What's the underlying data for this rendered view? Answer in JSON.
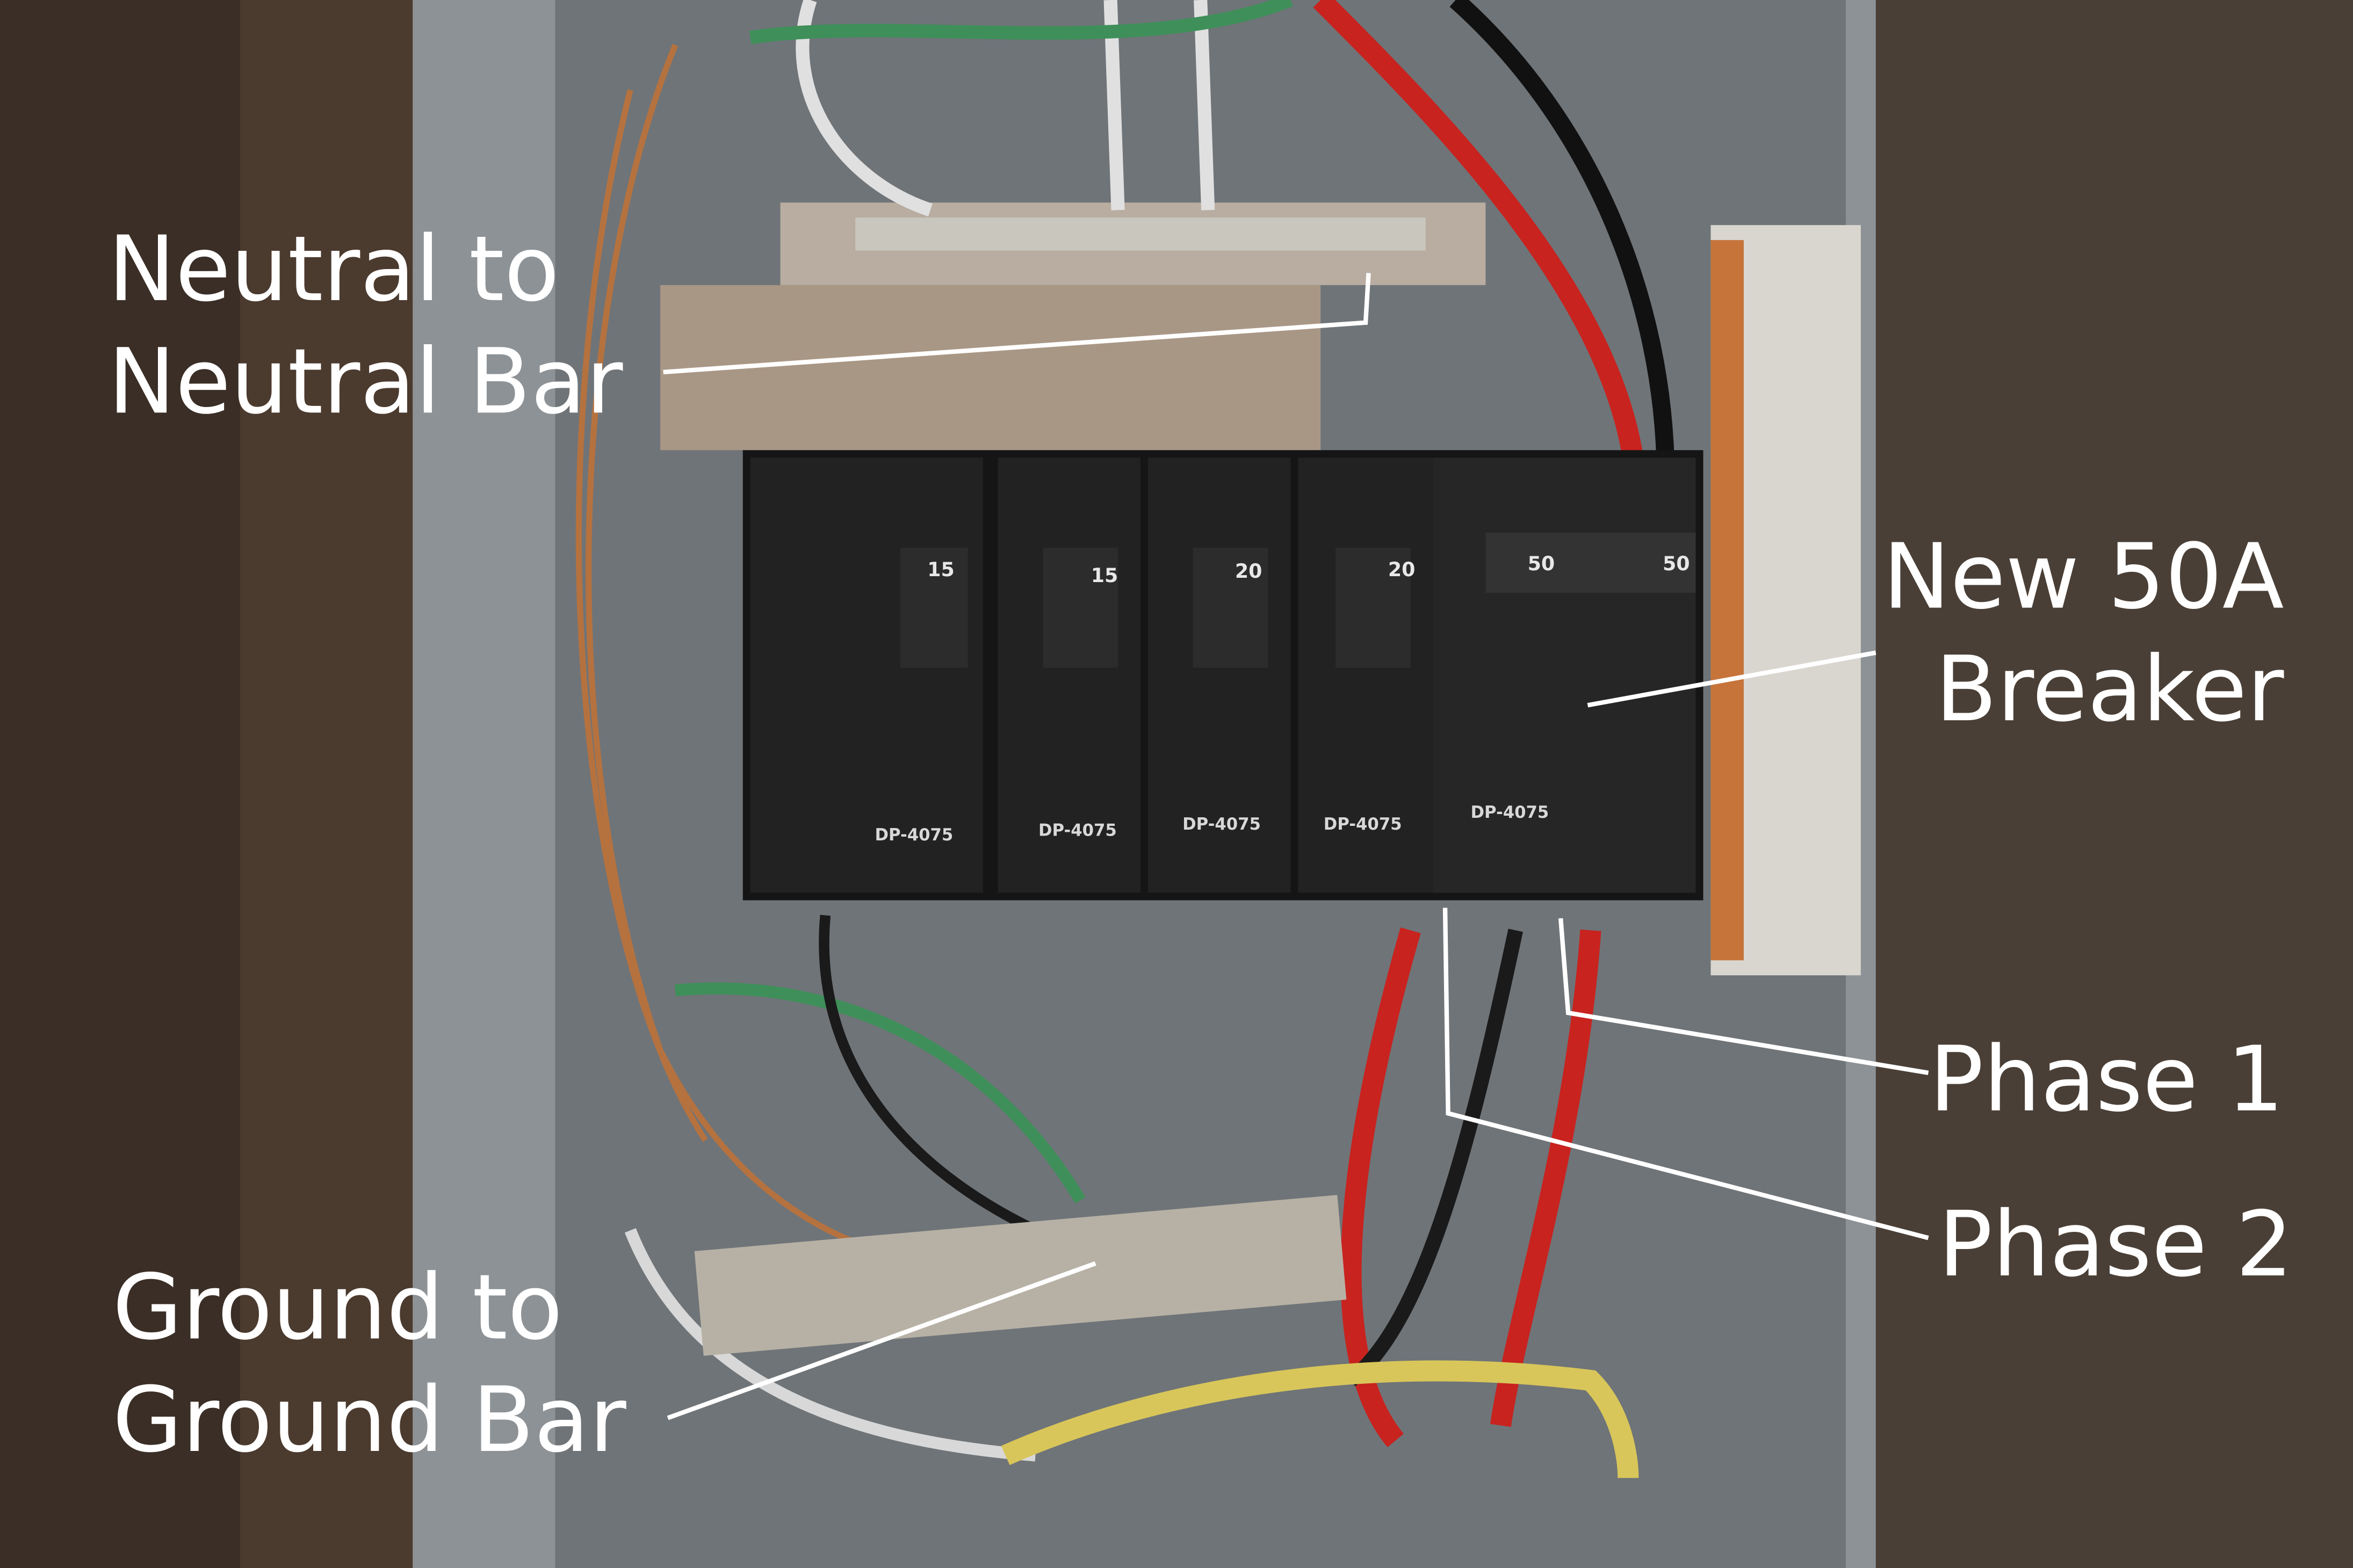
{
  "annotations": {
    "neutral": {
      "line1": "Neutral to",
      "line2": "Neutral Bar"
    },
    "breaker": {
      "line1": "New 50A",
      "line2": "Breaker"
    },
    "phase1": "Phase 1",
    "phase2": "Phase 2",
    "ground": {
      "line1": "Ground to",
      "line2": "Ground Bar"
    }
  },
  "breakers": {
    "ratings": [
      "15",
      "15",
      "20",
      "20",
      "50",
      "50"
    ],
    "model": "DP-4075"
  },
  "colors": {
    "label_text": "#ffffff",
    "wood": "#3a2e26",
    "panel": "#8d9296",
    "breaker": "#1e1e1e",
    "red_wire": "#c8231f",
    "copper": "#b5723f",
    "green_wire": "#3f8f5a",
    "yellow_sleeve": "#d8c65a"
  }
}
